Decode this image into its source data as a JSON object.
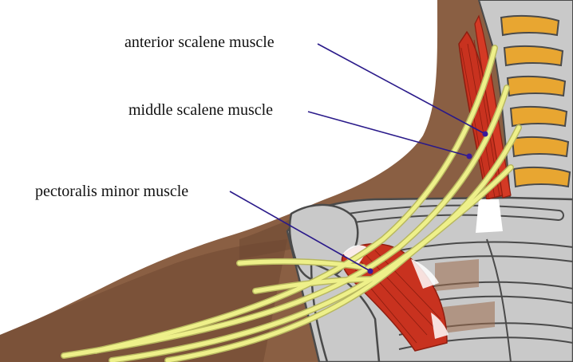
{
  "labels": {
    "anterior": "anterior scalene muscle",
    "middle": "middle scalene muscle",
    "pectoralis": "pectoralis minor muscle"
  },
  "colors": {
    "skin": "#8a5f43",
    "skin_shadow": "#6e4a33",
    "bone": "#c9c9c9",
    "bone_outline": "#4a4a4a",
    "vertebra_accent": "#e8a631",
    "muscle": "#c8321f",
    "muscle_fiber": "#8f1e10",
    "nerve": "#eef08a",
    "nerve_outline": "#b8b860",
    "leader_line": "#2a1a8a",
    "leader_dot": "#3a1a9a",
    "text": "#111111"
  }
}
